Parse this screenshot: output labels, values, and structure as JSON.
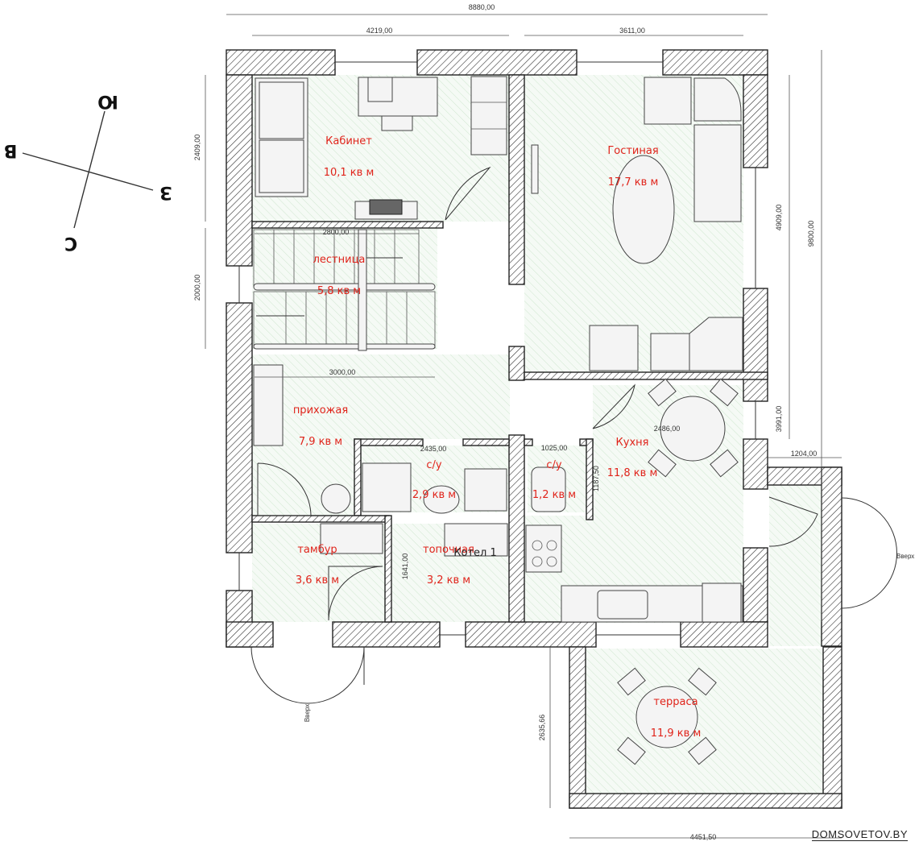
{
  "plan": {
    "rooms": [
      {
        "name": "Кабинет",
        "area": "10,1 кв м"
      },
      {
        "name": "Гостиная",
        "area": "17,7 кв м"
      },
      {
        "name": "лестница",
        "area": "5,8 кв м"
      },
      {
        "name": "прихожая",
        "area": "7,9 кв м"
      },
      {
        "name": "с/у",
        "area": "2,9 кв м"
      },
      {
        "name": "с/у",
        "area": "1,2 кв м"
      },
      {
        "name": "Кухня",
        "area": "11,8 кв м"
      },
      {
        "name": "тамбур",
        "area": "3,6 кв м"
      },
      {
        "name": "топочная",
        "area": "3,2 кв м"
      },
      {
        "name": "терраса",
        "area": "11,9 кв м"
      }
    ],
    "dimensions": {
      "total_width": "8880,00",
      "left_width": "4219,00",
      "right_width": "3611,00",
      "total_height": "9800,00",
      "right_upper": "4909,00",
      "right_lower": "3991,00",
      "left_top": "2409,00",
      "left_stair": "2000,00",
      "stair_width": "2800,00",
      "hall_width": "3000,00",
      "bath1_width": "2435,00",
      "bath2_width": "1025,00",
      "bath2_height": "1187,50",
      "kitchen_table": "2486,00",
      "porch_width": "1204,00",
      "boiler_height": "1641,00",
      "terrace_height": "2635,66",
      "terrace_width": "4451,50"
    },
    "labels": {
      "boiler": "Котел 1",
      "up": "Вверх"
    },
    "compass": {
      "north": "С",
      "south": "Ю",
      "east": "В",
      "west": "З"
    }
  },
  "watermark": "DOMSOVETOV.BY"
}
